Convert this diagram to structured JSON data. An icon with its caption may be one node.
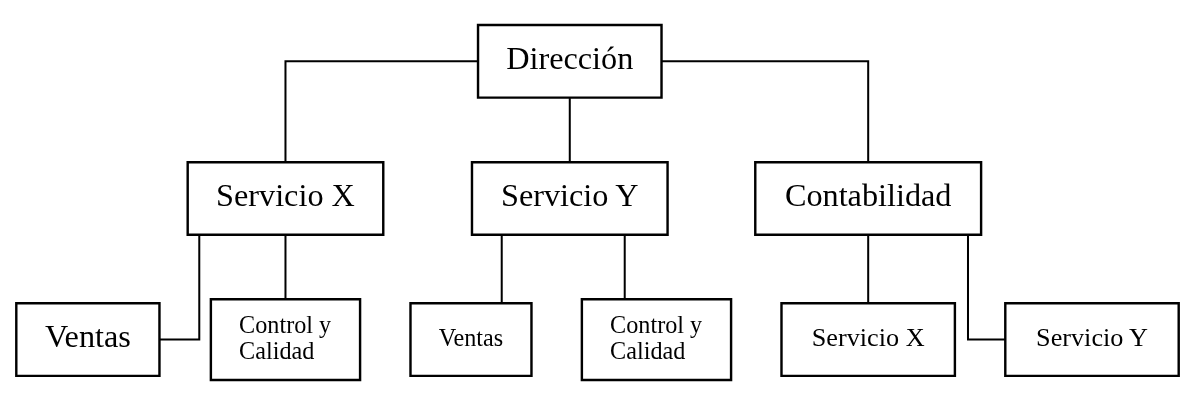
{
  "diagram": {
    "nodes": [
      {
        "text": [
          "Dirección"
        ]
      },
      {
        "text": [
          "Servicio X"
        ]
      },
      {
        "text": [
          "Servicio Y"
        ]
      },
      {
        "text": [
          "Contabilidad"
        ]
      },
      {
        "text": [
          "Ventas"
        ]
      },
      {
        "text": [
          "Control y Calidad"
        ]
      },
      {
        "text": [
          "Ventas"
        ]
      },
      {
        "text": [
          "Control y Calidad"
        ]
      },
      {
        "text": [
          "Servicio X"
        ]
      },
      {
        "text": [
          "Servicio Y"
        ]
      }
    ],
    "edges": [
      {
        "from": 0,
        "to": 1,
        "arrow": "none"
      },
      {
        "from": 0,
        "to": 2,
        "arrow": "none"
      },
      {
        "from": 0,
        "to": 3,
        "arrow": "none"
      },
      {
        "from": 1,
        "to": 4,
        "arrow": "none"
      },
      {
        "from": 1,
        "to": 5,
        "arrow": "none"
      },
      {
        "from": 2,
        "to": 6,
        "arrow": "none"
      },
      {
        "from": 2,
        "to": 7,
        "arrow": "none"
      },
      {
        "from": 3,
        "to": 8,
        "arrow": "none"
      },
      {
        "from": 3,
        "to": 9,
        "arrow": "none"
      }
    ]
  }
}
